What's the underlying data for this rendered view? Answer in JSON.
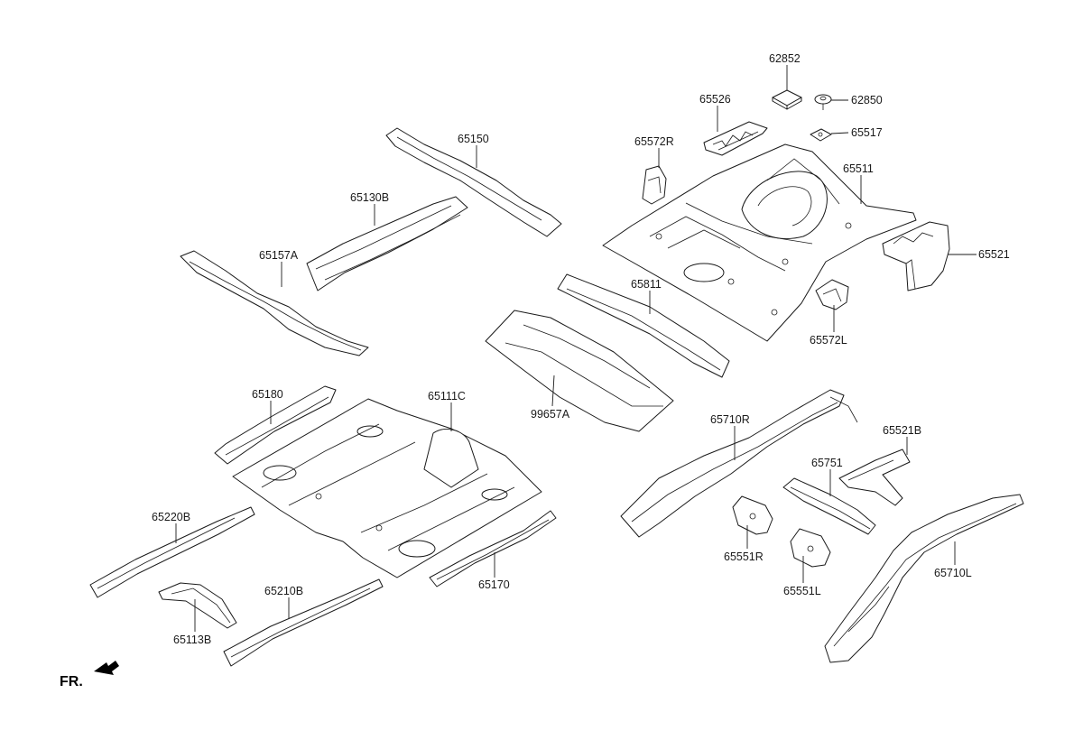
{
  "callouts": {
    "p62852": "62852",
    "p62850": "62850",
    "p65526": "65526",
    "p65517": "65517",
    "p65572R": "65572R",
    "p65511": "65511",
    "p65150": "65150",
    "p65130B": "65130B",
    "p65521": "65521",
    "p65157A": "65157A",
    "p65811": "65811",
    "p65572L": "65572L",
    "p99657A": "99657A",
    "p65180": "65180",
    "p65111C": "65111C",
    "p65710R": "65710R",
    "p65521B": "65521B",
    "p65751": "65751",
    "p65220B": "65220B",
    "p65551R": "65551R",
    "p65170": "65170",
    "p65210B": "65210B",
    "p65551L": "65551L",
    "p65710L": "65710L",
    "p65113B": "65113B"
  },
  "direction_label": "FR."
}
